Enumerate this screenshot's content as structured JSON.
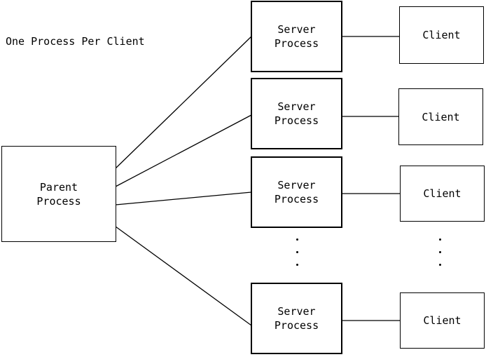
{
  "diagram": {
    "title": "One Process Per Client",
    "parent": {
      "line1": "Parent",
      "line2": "Process"
    },
    "servers": [
      {
        "line1": "Server",
        "line2": "Process"
      },
      {
        "line1": "Server",
        "line2": "Process"
      },
      {
        "line1": "Server",
        "line2": "Process"
      },
      {
        "line1": "Server",
        "line2": "Process"
      }
    ],
    "clients": [
      {
        "label": "Client"
      },
      {
        "label": "Client"
      },
      {
        "label": "Client"
      },
      {
        "label": "Client"
      }
    ],
    "ellipsis": "..."
  }
}
